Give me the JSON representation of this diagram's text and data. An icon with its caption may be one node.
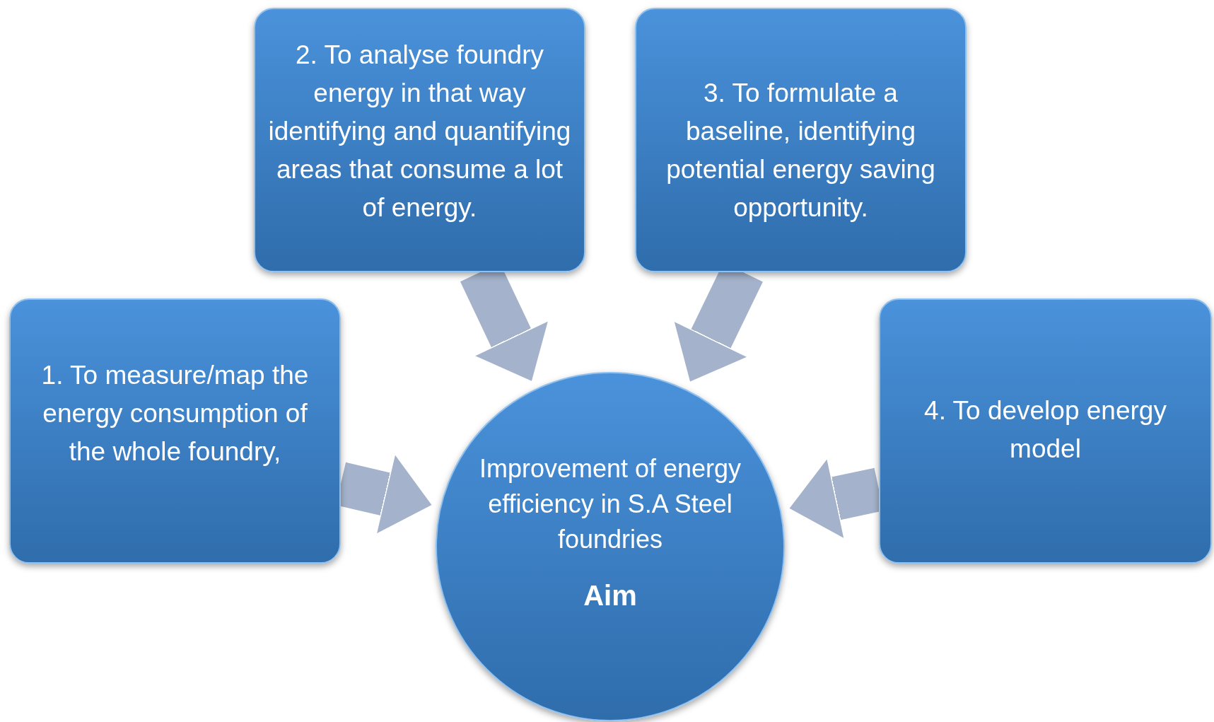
{
  "diagram": {
    "nodes": [
      {
        "text": [
          "1. To measure/map the energy consumption of the whole foundry,"
        ]
      },
      {
        "text": [
          "2. To analyse foundry energy in that way identifying and quantifying areas that consume a lot of energy."
        ]
      },
      {
        "text": [
          "3. To formulate a baseline, identifying potential energy saving opportunity."
        ]
      },
      {
        "text": [
          "4. To develop energy model"
        ]
      },
      {
        "text": [
          "Improvement of energy efficiency in S.A Steel foundries",
          "Aim"
        ]
      }
    ],
    "edges": [
      {
        "from": 0,
        "to": 4,
        "arrow": "to"
      },
      {
        "from": 1,
        "to": 4,
        "arrow": "to"
      },
      {
        "from": 2,
        "to": 4,
        "arrow": "to"
      },
      {
        "from": 3,
        "to": 4,
        "arrow": "to"
      }
    ]
  }
}
